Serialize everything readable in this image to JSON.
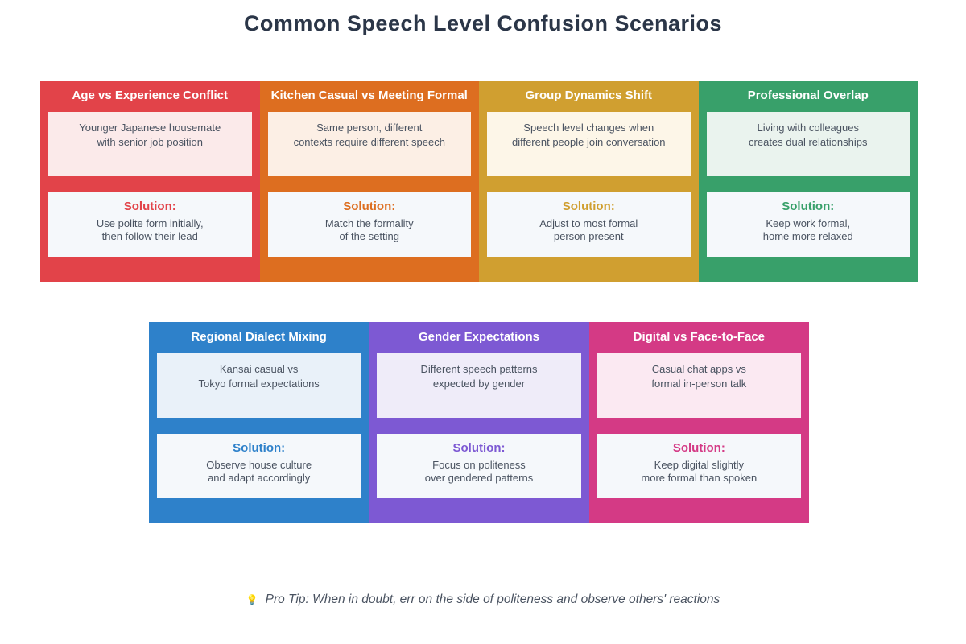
{
  "title": "Common Speech Level Confusion Scenarios",
  "solution_label": "Solution:",
  "colors": {
    "title_text": "#2b3648",
    "body_text": "#4a5361",
    "solution_box_bg": "#f5f8fb"
  },
  "rows": [
    {
      "cards": [
        {
          "title": "Age vs Experience Conflict",
          "scenario": [
            "Younger Japanese housemate",
            "with senior job position"
          ],
          "solution": [
            "Use polite form initially,",
            "then follow their lead"
          ],
          "color": "#e24349",
          "tint": "#fbeaea"
        },
        {
          "title": "Kitchen Casual vs Meeting Formal",
          "scenario": [
            "Same person, different",
            "contexts require different speech"
          ],
          "solution": [
            "Match the formality",
            "of the setting"
          ],
          "color": "#dd6e20",
          "tint": "#fcefe5"
        },
        {
          "title": "Group Dynamics Shift",
          "scenario": [
            "Speech level changes when",
            "different people join conversation"
          ],
          "solution": [
            "Adjust to most formal",
            "person present"
          ],
          "color": "#d09f30",
          "tint": "#fdf6e8"
        },
        {
          "title": "Professional Overlap",
          "scenario": [
            "Living with colleagues",
            "creates dual relationships"
          ],
          "solution": [
            "Keep work formal,",
            "home more relaxed"
          ],
          "color": "#38a06a",
          "tint": "#eaf3ee"
        }
      ]
    },
    {
      "cards": [
        {
          "title": "Regional Dialect Mixing",
          "scenario": [
            "Kansai casual vs",
            "Tokyo formal expectations"
          ],
          "solution": [
            "Observe house culture",
            "and adapt accordingly"
          ],
          "color": "#2e81ca",
          "tint": "#e9f1f9"
        },
        {
          "title": "Gender Expectations",
          "scenario": [
            "Different speech patterns",
            "expected by gender"
          ],
          "solution": [
            "Focus on politeness",
            "over gendered patterns"
          ],
          "color": "#7d59d3",
          "tint": "#efecf9"
        },
        {
          "title": "Digital vs Face-to-Face",
          "scenario": [
            "Casual chat apps vs",
            "formal in-person talk"
          ],
          "solution": [
            "Keep digital slightly",
            "more formal than spoken"
          ],
          "color": "#d43a85",
          "tint": "#fbe9f2"
        }
      ]
    }
  ],
  "pro_tip": {
    "icon": "💡",
    "text": "Pro Tip: When in doubt, err on the side of politeness and observe others' reactions"
  }
}
